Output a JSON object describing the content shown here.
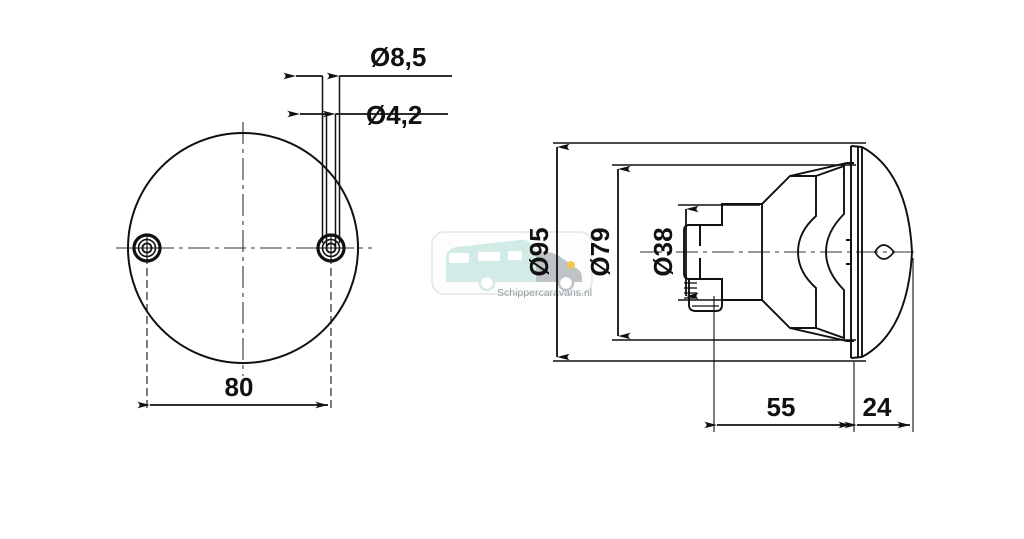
{
  "drawing": {
    "title": "Technical dimension drawing - round lamp",
    "background_color": "#ffffff",
    "line_color": "#1a1a1a",
    "views": [
      {
        "name": "front-view",
        "description": "Front face circle with two mounting holes on horizontal centerline"
      },
      {
        "name": "side-view",
        "description": "Side section of lamp body with lens dome and cable gland"
      }
    ],
    "dimensions": {
      "hole_outer": "Ø8,5",
      "hole_inner": "Ø4,2",
      "hole_spacing": "80",
      "body_outer_diameter": "Ø95",
      "body_inner_diameter": "Ø79",
      "boss_diameter": "Ø38",
      "depth_body": "55",
      "depth_lens": "24"
    }
  },
  "watermark": {
    "brand": "Schippercaravans.nl",
    "plate_fill": "#fdfdfd",
    "plate_stroke": "#d9dfe0",
    "van_body_color": "#cfeae6",
    "van_cab_color": "#b9bfc1",
    "accent_color": "#f1c34a",
    "text_color": "#8d9699"
  }
}
